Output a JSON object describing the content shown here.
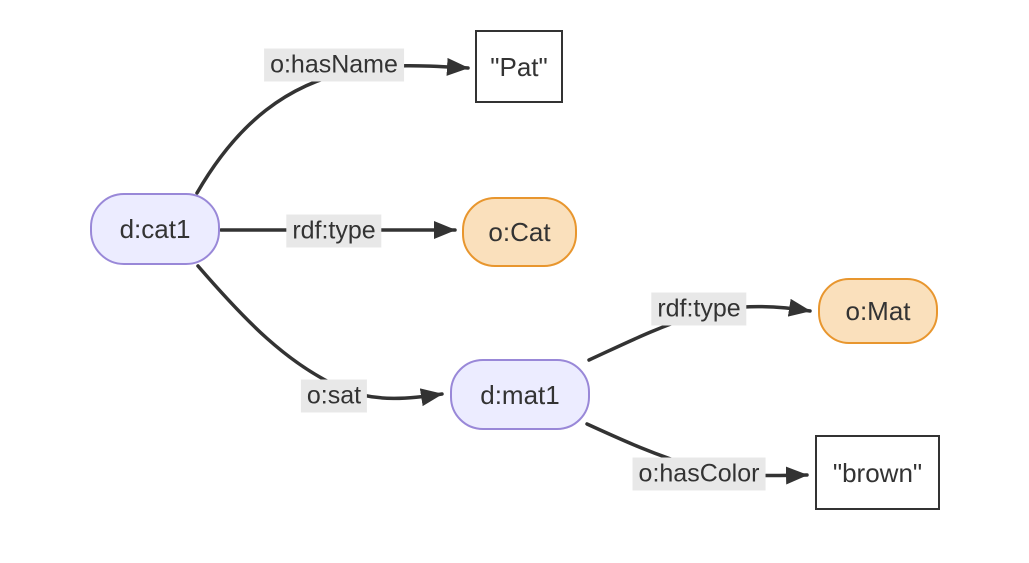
{
  "diagram": {
    "kind": "rdf-graph",
    "background": "#ffffff",
    "colors": {
      "entity_fill": "#ececff",
      "entity_border": "#9988d8",
      "class_fill": "#fae0bc",
      "class_border": "#e8962e",
      "literal_fill": "#ffffff",
      "literal_border": "#333333",
      "edge_color": "#333333",
      "edge_label_bg": "#e8e8e8",
      "text_color": "#333333"
    },
    "nodes": [
      {
        "id": "d-cat1",
        "label": "d:cat1",
        "kind": "entity"
      },
      {
        "id": "pat-literal",
        "label": "\"Pat\"",
        "kind": "literal"
      },
      {
        "id": "o-cat",
        "label": "o:Cat",
        "kind": "class"
      },
      {
        "id": "d-mat1",
        "label": "d:mat1",
        "kind": "entity"
      },
      {
        "id": "o-mat",
        "label": "o:Mat",
        "kind": "class"
      },
      {
        "id": "brown-literal",
        "label": "\"brown\"",
        "kind": "literal"
      }
    ],
    "edges": [
      {
        "from": "d:cat1",
        "label": "o:hasName",
        "to": "\"Pat\""
      },
      {
        "from": "d:cat1",
        "label": "rdf:type",
        "to": "o:Cat"
      },
      {
        "from": "d:cat1",
        "label": "o:sat",
        "to": "d:mat1"
      },
      {
        "from": "d:mat1",
        "label": "rdf:type",
        "to": "o:Mat"
      },
      {
        "from": "d:mat1",
        "label": "o:hasColor",
        "to": "\"brown\""
      }
    ]
  }
}
